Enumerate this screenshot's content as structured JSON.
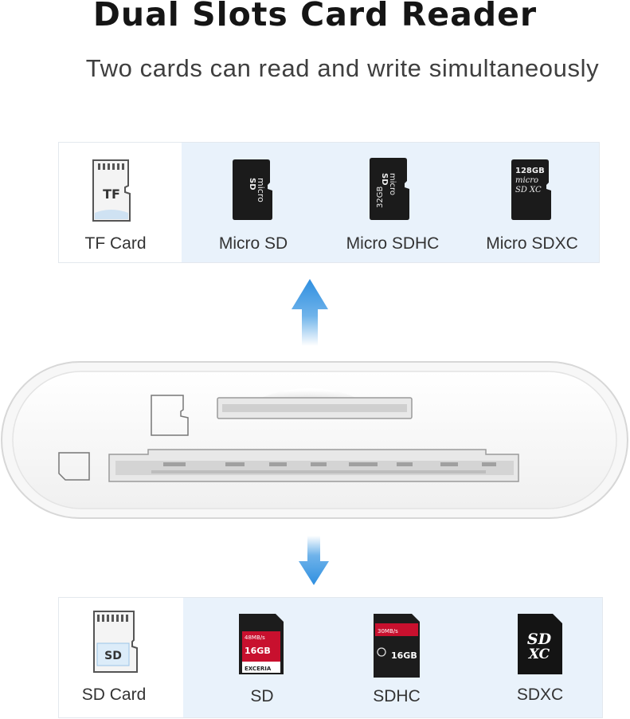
{
  "header": {
    "title": "Dual Slots Card Reader",
    "subtitle": "Two cards can read and write simultaneously"
  },
  "tf_slot": {
    "label": "TF Card",
    "icon_text": "TF",
    "compatible": [
      {
        "label": "Micro SD",
        "print": [
          "micro",
          "SD"
        ]
      },
      {
        "label": "Micro SDHC",
        "print": [
          "32GB",
          "micro",
          "SD"
        ]
      },
      {
        "label": "Micro SDXC",
        "print": [
          "128GB",
          "micro",
          "SD XC"
        ]
      }
    ]
  },
  "sd_slot": {
    "label": "SD Card",
    "icon_text": "SD",
    "compatible": [
      {
        "label": "SD",
        "print": [
          "48MB/s",
          "16GB",
          "EXCERIA"
        ]
      },
      {
        "label": "SDHC",
        "print": [
          "30MB/s",
          "16GB"
        ]
      },
      {
        "label": "SDXC",
        "print": [
          "SD",
          "XC"
        ]
      }
    ]
  },
  "colors": {
    "arrow_blue": "#2f8fe0",
    "panel_tint": "#e9f2fb",
    "card_black": "#1b1b1b",
    "card_red": "#c8102e"
  }
}
